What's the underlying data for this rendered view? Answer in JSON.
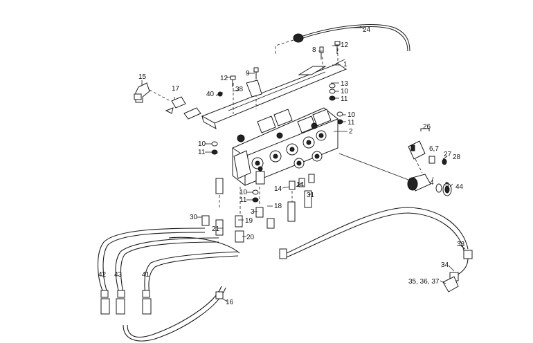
{
  "diagram": {
    "labels": [
      {
        "id": "p24",
        "text": "24"
      },
      {
        "id": "p8",
        "text": "8"
      },
      {
        "id": "p12a",
        "text": "12"
      },
      {
        "id": "p1",
        "text": "1"
      },
      {
        "id": "p9",
        "text": "9"
      },
      {
        "id": "p12b",
        "text": "12"
      },
      {
        "id": "p15",
        "text": "15"
      },
      {
        "id": "p17",
        "text": "17"
      },
      {
        "id": "p38",
        "text": "38"
      },
      {
        "id": "p40",
        "text": "40"
      },
      {
        "id": "p13",
        "text": "13"
      },
      {
        "id": "p10a",
        "text": "10"
      },
      {
        "id": "p11a",
        "text": "11"
      },
      {
        "id": "p10b",
        "text": "10"
      },
      {
        "id": "p11b",
        "text": "11"
      },
      {
        "id": "p2",
        "text": "2"
      },
      {
        "id": "p10c",
        "text": "10"
      },
      {
        "id": "p11c",
        "text": "11"
      },
      {
        "id": "p26",
        "text": "26"
      },
      {
        "id": "p67",
        "text": "6,7"
      },
      {
        "id": "p27",
        "text": "27"
      },
      {
        "id": "p28",
        "text": "28"
      },
      {
        "id": "p4",
        "text": "4"
      },
      {
        "id": "p5",
        "text": "5"
      },
      {
        "id": "p44",
        "text": "44"
      },
      {
        "id": "p10d",
        "text": "10"
      },
      {
        "id": "p11d",
        "text": "11"
      },
      {
        "id": "p14a",
        "text": "14"
      },
      {
        "id": "p14b",
        "text": "14"
      },
      {
        "id": "p31",
        "text": "31"
      },
      {
        "id": "p3",
        "text": "3"
      },
      {
        "id": "p18",
        "text": "18"
      },
      {
        "id": "p30",
        "text": "30"
      },
      {
        "id": "p19",
        "text": "19"
      },
      {
        "id": "p21",
        "text": "21"
      },
      {
        "id": "p20",
        "text": "20"
      },
      {
        "id": "p33",
        "text": "33"
      },
      {
        "id": "p34",
        "text": "34"
      },
      {
        "id": "p353637",
        "text": "35, 36, 37"
      },
      {
        "id": "p42",
        "text": "42"
      },
      {
        "id": "p43",
        "text": "43"
      },
      {
        "id": "p41",
        "text": "41"
      },
      {
        "id": "p16",
        "text": "16"
      }
    ]
  }
}
